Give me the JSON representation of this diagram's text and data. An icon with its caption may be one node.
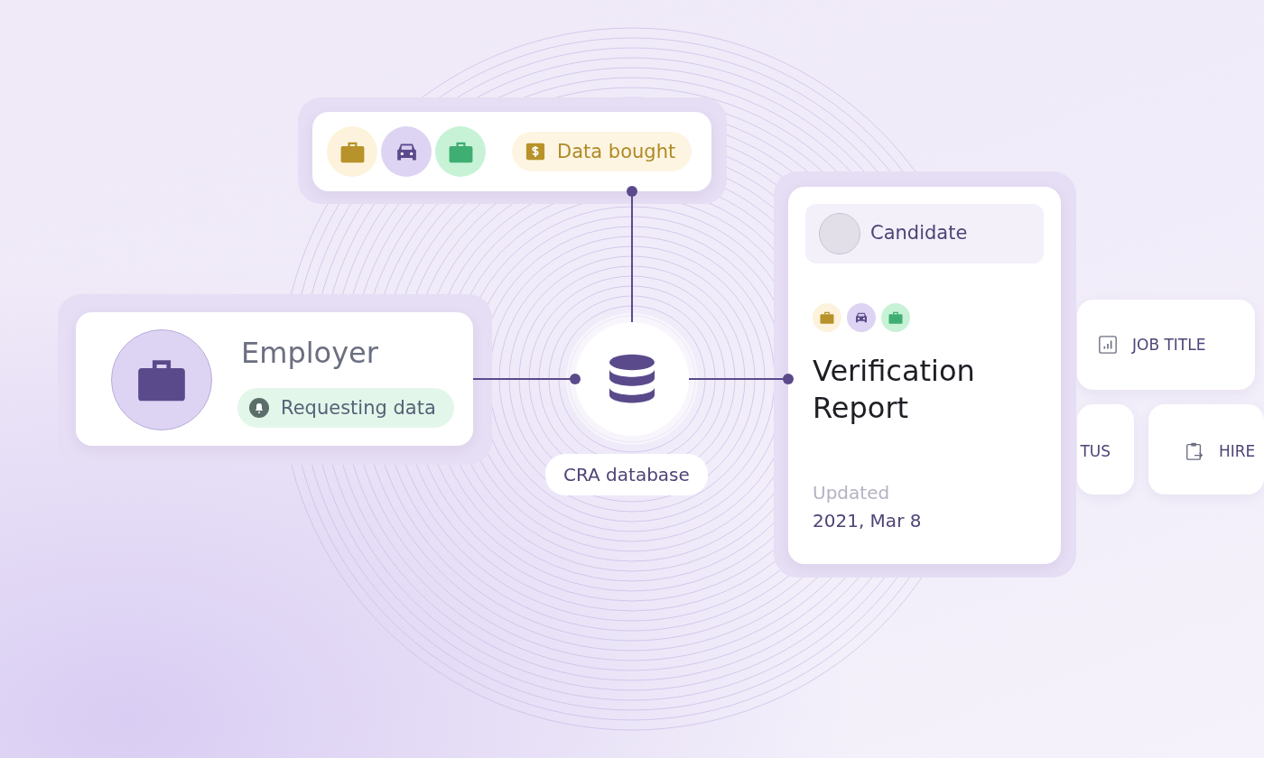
{
  "diagram": {
    "nodes": [
      {
        "text": [
          "Data bought"
        ]
      },
      {
        "text": [
          "Employer",
          "Requesting data"
        ]
      },
      {
        "text": [],
        "shape": "circle",
        "beside": [
          "CRA database"
        ]
      },
      {
        "text": [
          "Candidate",
          "Verification Report",
          "Updated",
          "2021, Mar 8"
        ]
      },
      {
        "text": [
          "JOB TITLE"
        ]
      },
      {
        "text": [
          "TUS"
        ]
      },
      {
        "text": [
          "HIRE"
        ]
      }
    ],
    "edges": [
      {
        "from": 2,
        "to": 0,
        "arrow": "other"
      },
      {
        "from": 1,
        "to": 2,
        "arrow": "other"
      },
      {
        "from": 2,
        "to": 3,
        "arrow": "other"
      }
    ]
  }
}
